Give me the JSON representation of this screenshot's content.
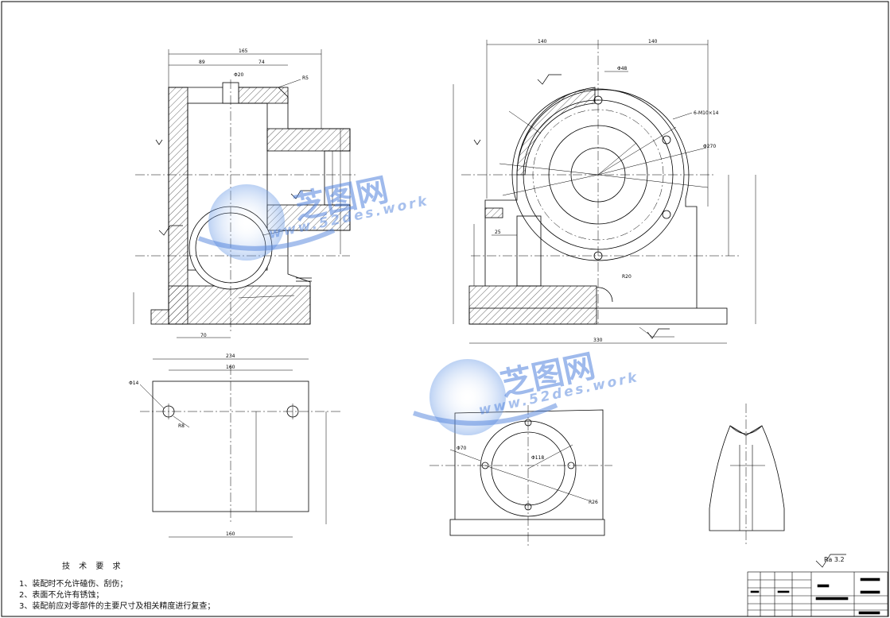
{
  "notes": {
    "title": "技 术 要 求",
    "items": [
      "1、装配时不允许磕伤、刮伤；",
      "2、表面不允许有锈蚀；",
      "3、装配前应对零部件的主要尺寸及相关精度进行复查；"
    ]
  },
  "watermark": {
    "brand": "芝图网",
    "url": "www.52des.work"
  },
  "roughness_note": "Ra 3.2",
  "colors": {
    "line": "#000000",
    "hatch": "#000000",
    "watermark": "#5082dc",
    "center_line": "#000000"
  },
  "icons": [
    "roughness-symbol-icon",
    "hatch-pattern",
    "watermark-globe-icon"
  ]
}
